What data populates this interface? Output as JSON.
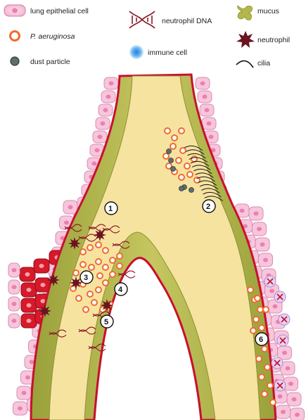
{
  "legend": {
    "lung_epithelial_cell": "lung epithelial cell",
    "p_aeruginosa": "P. aeruginosa",
    "dust_particle": "dust particle",
    "neutrophil_dna": "neutrophil DNA",
    "immune_cell": "immune cell",
    "mucus": "mucus",
    "neutrophil": "neutrophil",
    "cilia": "cilia"
  },
  "markers": [
    "1",
    "2",
    "3",
    "4",
    "5",
    "6"
  ],
  "colors": {
    "epithelium_fill": "#f7c6dc",
    "epithelium_stroke": "#d98cb0",
    "inflamed_cell": "#d7192a",
    "mucus": "#b4b74a",
    "lumen": "#f6e3a0",
    "wall_line": "#c8102e",
    "bacteria": "#f26a2e",
    "dust": "#5f6e6c",
    "neutrophil": "#6b1420",
    "immune_cell": "#2f8fe0",
    "dna": "#8a1a2a"
  }
}
